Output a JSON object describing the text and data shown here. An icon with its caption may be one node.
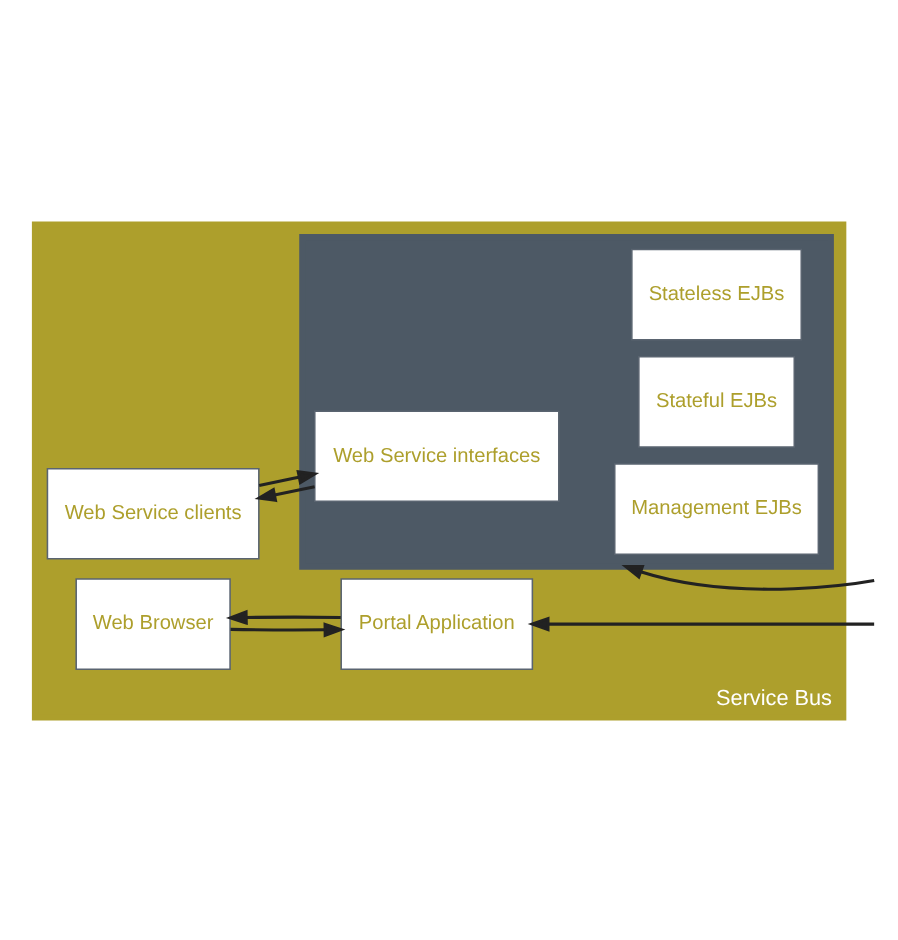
{
  "diagram": {
    "nodes": [
      {
        "text": [
          "Service Bus"
        ]
      },
      {
        "text": [],
        "shape": "box",
        "in": 0
      },
      {
        "text": [
          "Web Service clients"
        ],
        "in": 0
      },
      {
        "text": [
          "Web Service interfaces"
        ],
        "in": 1
      },
      {
        "text": [
          "Stateless EJBs"
        ],
        "in": 1
      },
      {
        "text": [
          "Stateful EJBs"
        ],
        "in": 1
      },
      {
        "text": [
          "Management EJBs"
        ],
        "in": 1
      },
      {
        "text": [
          "Web Browser"
        ],
        "in": 0
      },
      {
        "text": [
          "Portal Application"
        ],
        "in": 0
      }
    ],
    "edges": [
      {
        "from": 2,
        "to": 3,
        "arrow": "to"
      },
      {
        "from": 3,
        "to": 2,
        "arrow": "to"
      },
      {
        "from": 7,
        "to": 8,
        "arrow": "to"
      },
      {
        "from": 8,
        "to": 7,
        "arrow": "to"
      },
      {
        "from": null,
        "to": 1,
        "arrow": "to"
      },
      {
        "from": null,
        "to": 8,
        "arrow": "to"
      }
    ]
  }
}
